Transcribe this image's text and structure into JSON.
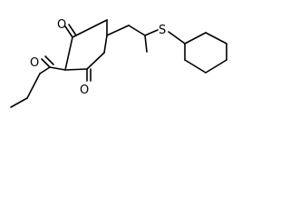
{
  "molecule": {
    "atoms": {
      "oxygen_top": "O",
      "oxygen_bottom": "O",
      "oxygen_acyl": "O",
      "sulfur": "S"
    },
    "colors": {
      "bond": "#000000",
      "label": "#000000",
      "background": "#ffffff"
    }
  }
}
